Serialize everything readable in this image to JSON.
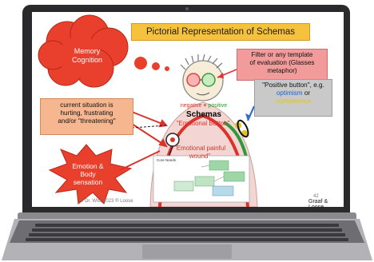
{
  "slide": {
    "title": "Pictorial Representation of Schemas",
    "memory_cloud": {
      "line1": "Memory",
      "line2": "Cognition"
    },
    "filter_note": {
      "line1": "Filter or any template",
      "line2": "of evaluation (Glasses",
      "line3": "metaphor)"
    },
    "positive_note": {
      "line1": "\"Positive button\", e.g.",
      "word1": "optimism",
      "joiner": " or",
      "word2": "competence"
    },
    "situation_note": {
      "line1": "current situation is",
      "line2": "hurting, frustrating",
      "line3": "and/or \"threatening\""
    },
    "schema_labels": {
      "negative": "negative",
      "plus": "+",
      "positive": "positive",
      "schemas": "Schemas",
      "emotional_button": "\"Emotional Button\"",
      "wound_line1": "\"Emotional painful",
      "wound_line2": "wound\""
    },
    "emotion_burst": {
      "line1": "Emotion &",
      "line2": "Body",
      "line3": "sensation"
    },
    "inset_title": "Core Needs",
    "credit": "Graaf & Loose",
    "footer_text": "© Dr. Witt, 2023 ® Loose",
    "page_number": "42"
  },
  "colors": {
    "title_bg": "#f6c13c",
    "cloud_red": "#e8402c",
    "filter_bg": "#f29b9b",
    "positive_bg": "#c9c9c9",
    "optimism_blue": "#1f63c4",
    "competence_yellow": "#e4c21a",
    "situation_bg": "#f6b690",
    "schema_red": "#d9332b",
    "green_accent": "#2e9a3a"
  }
}
